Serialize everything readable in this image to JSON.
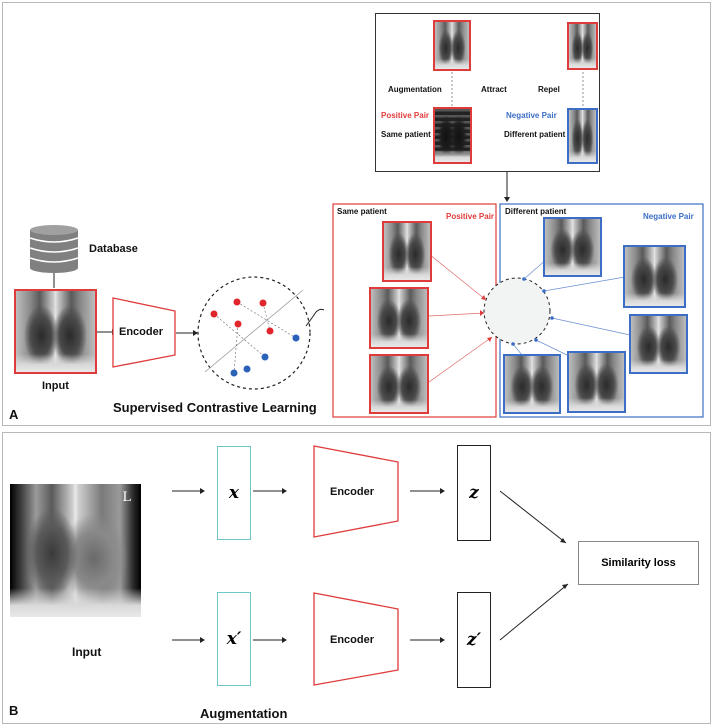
{
  "panel_a": {
    "letter": "A",
    "database_label": "Database",
    "input_label": "Input",
    "encoder_label": "Encoder",
    "caption": "Supervised Contrastive Learning",
    "inset": {
      "augmentation": "Augmentation",
      "attract": "Attract",
      "repel": "Repel",
      "positive_pair": "Positive Pair",
      "same_patient": "Same patient",
      "negative_pair": "Negative Pair",
      "different_patient": "Different patient"
    },
    "positive_box": {
      "title": "Same patient",
      "tag": "Positive Pair"
    },
    "negative_box": {
      "title": "Different patient",
      "tag": "Negative Pair"
    }
  },
  "panel_b": {
    "letter": "B",
    "input_label": "Input",
    "x_label": "x",
    "x_prime_label": "x′",
    "encoder_top": "Encoder",
    "encoder_bottom": "Encoder",
    "z_label": "z",
    "z_prime_label": "z′",
    "similarity_label": "Similarity loss",
    "caption": "Augmentation"
  },
  "colors": {
    "positive": "#e03b3b",
    "negative": "#3b6ec4",
    "cyan_box": "#6ec6c9"
  }
}
